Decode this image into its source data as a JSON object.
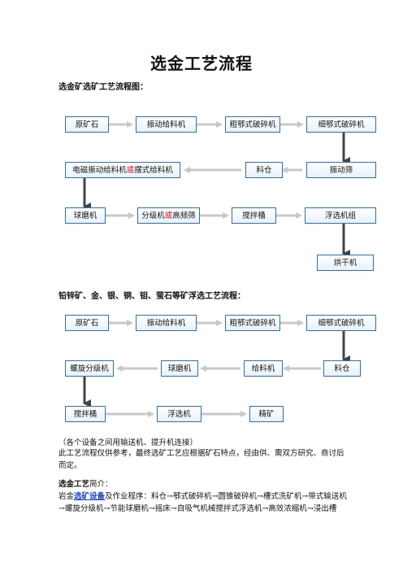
{
  "title": "选金工艺流程",
  "section1": {
    "heading": "选金矿选矿工艺流程图：",
    "boxes": {
      "raw_ore": "原矿石",
      "vib_feeder": "振动给料机",
      "coarse_jaw": "粗鄂式破碎机",
      "fine_jaw": "细鄂式破碎机",
      "em_feeder_a": "电磁振动给料机",
      "em_feeder_or": "或",
      "em_feeder_b": "摆式给料机",
      "bin": "料仓",
      "vib_screen": "振动筛",
      "ball_mill": "球磨机",
      "classifier_a": "分级机",
      "classifier_or": "或",
      "classifier_b": "高频筛",
      "agitator": "搅拌桶",
      "flotation": "浮选机组",
      "dryer": "烘干机"
    }
  },
  "section2": {
    "heading": "铅锌矿、金、银、铜、钼、萤石等矿浮选工艺流程：",
    "boxes": {
      "raw_ore": "原矿石",
      "vib_feeder": "振动给料机",
      "coarse_jaw": "粗鄂式破碎机",
      "fine_jaw": "细鄂式破碎机",
      "spiral_classifier": "螺旋分级机",
      "ball_mill": "球磨机",
      "feeder": "给料机",
      "bin": "料仓",
      "agitator": "搅拌桶",
      "flotation": "浮选机",
      "concentrate": "精矿"
    }
  },
  "notes": {
    "line1": "（各个设备之间用输送机、提升机连接）",
    "line2": "此工艺流程仅供参考，最终选矿工艺应根据矿石特点，经由供、需双方研究、商讨后而定。"
  },
  "intro": {
    "heading_bold": "选金工艺",
    "heading_rest": "简介：",
    "prefix": "岩金",
    "link": "选矿设备",
    "body": "及作业程序：料仓→鄂式破碎机→圆锥破碎机→槽式洗矿机→带式输送机→螺旋分级机→节能球磨机→摇床→自吸气机械搅拌式浮选机→高效浓缩机→浸出槽"
  }
}
